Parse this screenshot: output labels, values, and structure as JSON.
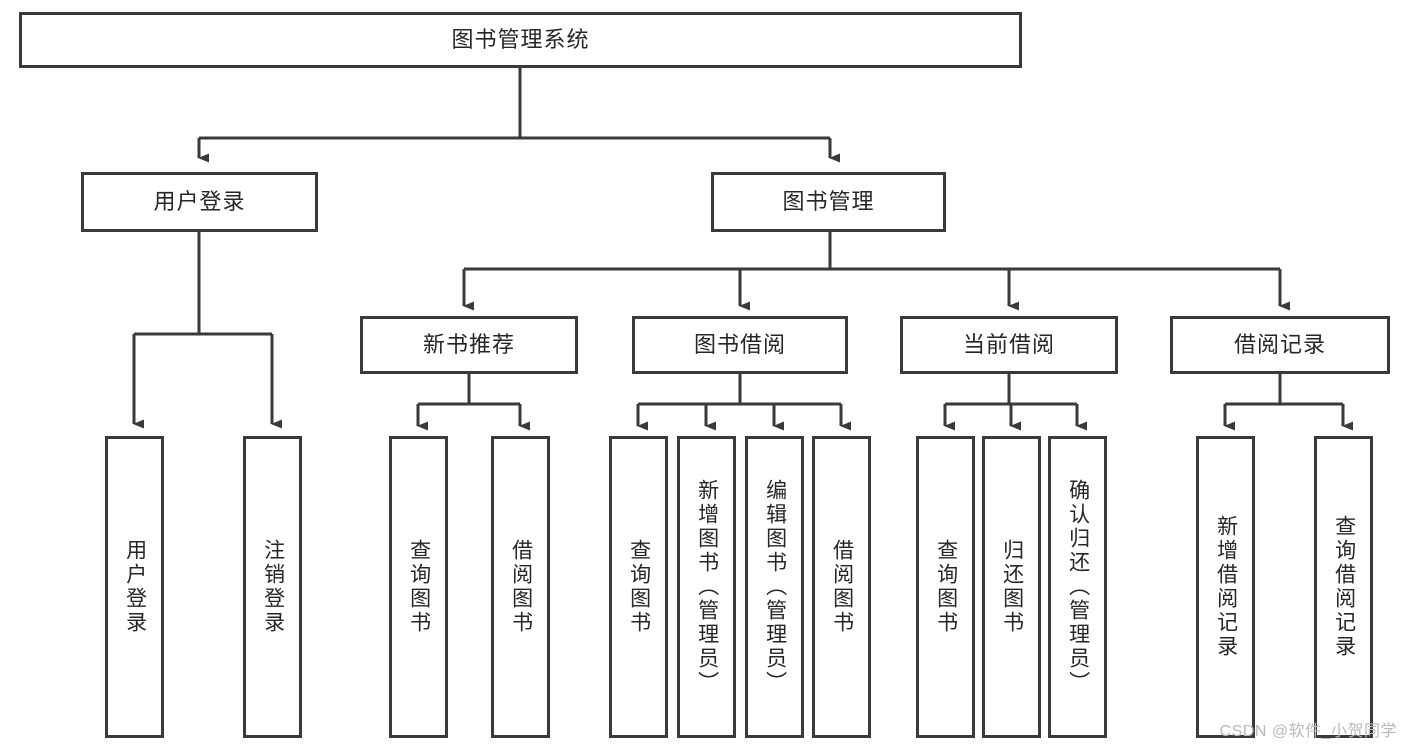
{
  "diagram": {
    "type": "tree-flowchart",
    "title_node": {
      "label": "图书管理系统"
    },
    "level1": [
      {
        "label": "用户登录"
      },
      {
        "label": "图书管理"
      }
    ],
    "level2": [
      {
        "label": "新书推荐"
      },
      {
        "label": "图书借阅"
      },
      {
        "label": "当前借阅"
      },
      {
        "label": "借阅记录"
      }
    ],
    "leaves": {
      "user_login": [
        {
          "label": "用户登录"
        },
        {
          "label": "注销登录"
        }
      ],
      "new_book_recommend": [
        {
          "label": "查询图书"
        },
        {
          "label": "借阅图书"
        }
      ],
      "book_borrow": [
        {
          "label": "查询图书"
        },
        {
          "label": "新增图书（管理员）"
        },
        {
          "label": "编辑图书（管理员）"
        },
        {
          "label": "借阅图书"
        }
      ],
      "current_borrow": [
        {
          "label": "查询图书"
        },
        {
          "label": "归还图书"
        },
        {
          "label": "确认归还（管理员）"
        }
      ],
      "borrow_record": [
        {
          "label": "新增借阅记录"
        },
        {
          "label": "查询借阅记录"
        }
      ]
    }
  },
  "watermark": {
    "text": "CSDN @软件_小贺同学"
  },
  "colors": {
    "stroke": "#3a3a3a",
    "box_fill": "#ffffff",
    "text": "#262626",
    "watermark": "#b9b9b9"
  }
}
